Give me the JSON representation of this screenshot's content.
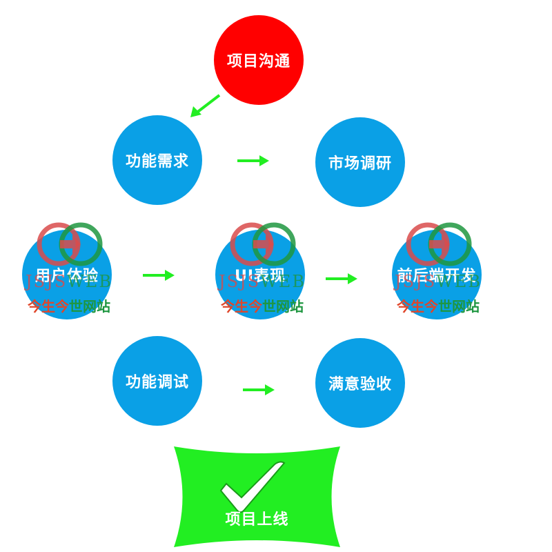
{
  "nodes": {
    "project_communication": "项目沟通",
    "feature_requirements": "功能需求",
    "market_research": "市场调研",
    "user_experience": "用户体验",
    "ui_design": "UI表现",
    "frontend_backend_dev": "前后端开发",
    "feature_debugging": "功能调试",
    "acceptance": "满意验收",
    "go_live": "项目上线"
  },
  "watermark": {
    "latin_a": "JSJS",
    "latin_b": "WEB",
    "cn_a": "今生今",
    "cn_b": "世网站"
  },
  "colors": {
    "start_node": "#ff0000",
    "step_node": "#0aa0e6",
    "arrow": "#22ee22",
    "finish": "#22ee22"
  }
}
